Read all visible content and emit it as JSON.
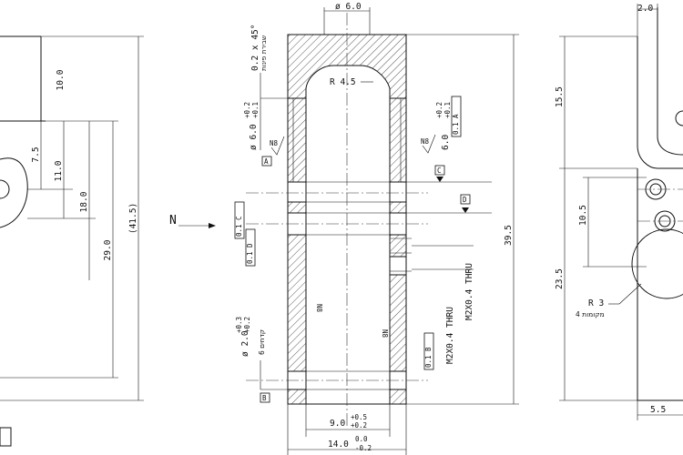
{
  "left_view": {
    "dims": [
      "10.0",
      "7.5",
      "11.0",
      "18.0",
      "29.0",
      "(41.5)"
    ]
  },
  "center_view": {
    "dia_top": "ø 6.0",
    "radius": "R 4.5",
    "chamfer": "0.2 x 45°",
    "chamfer_note": "שבירת פינות",
    "bore_left": "ø 6.0",
    "bore_left_tol_upper": "+0.2",
    "bore_left_tol_lower": "+0.1",
    "bore_right": "6.0",
    "bore_right_tol_upper": "+0.2",
    "bore_right_tol_lower": "+0.1",
    "lower_hole": "ø 2.0",
    "lower_hole_tol_upper": "+0.3",
    "lower_hole_tol_lower": "+0.2",
    "lower_hole_note": "6 קדחים",
    "width_inner": "9.0",
    "width_inner_tol_upper": "+0.5",
    "width_inner_tol_lower": "+0.2",
    "width_outer": "14.0",
    "width_outer_tol_upper": "0.0",
    "width_outer_tol_lower": "-0.2",
    "height": "39.5",
    "thread_upper": "M2X0.4 THRU",
    "thread_lower": "M2X0.4 THRU",
    "finish_mark": "N8",
    "datum_a": "A",
    "datum_b": "B",
    "datum_c": "C",
    "datum_d": "D",
    "tol_frame_a": "0.1 A",
    "tol_frame_b": "0.1 B",
    "tol_frame_c": "0.1 C",
    "tol_frame_d": "0.1 D",
    "section_marker": "N"
  },
  "right_view": {
    "dim_top": "2.0",
    "dim_upper": "15.5",
    "dim_mid": "10.5",
    "dim_lower": "23.5",
    "radius": "R 3",
    "radius_note": "4 מקומות",
    "dim_bottom": "5.5"
  }
}
